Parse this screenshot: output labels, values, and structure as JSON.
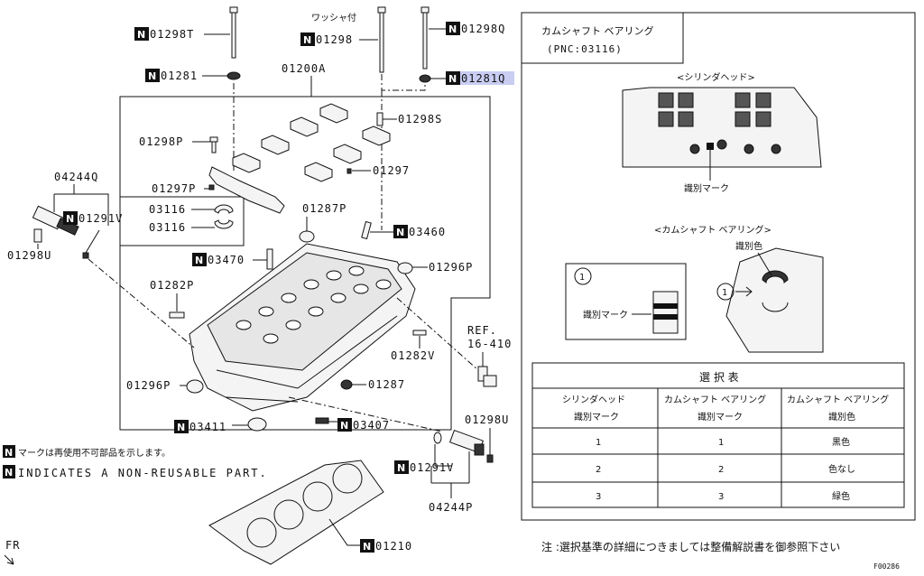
{
  "labels": {
    "p01298T": "01298T",
    "p01298": "01298",
    "p01298Q": "01298Q",
    "washer": "ワッシャ付",
    "p01281": "01281",
    "p01200A": "01200A",
    "p01281Q": "01281Q",
    "p01298S": "01298S",
    "p01298P": "01298P",
    "p01297": "01297",
    "p04244Q": "04244Q",
    "p01297P": "01297P",
    "p03116a": "03116",
    "p03116b": "03116",
    "p01291Va": "01291V",
    "p01298U_left": "01298U",
    "p01287P": "01287P",
    "p03460": "03460",
    "p03470": "03470",
    "p01296P_right": "01296P",
    "p01282P": "01282P",
    "ref": "REF.",
    "ref_num": "16-410",
    "p01282V": "01282V",
    "p01296P_left": "01296P",
    "p01287": "01287",
    "p01298U_right": "01298U",
    "p03411": "03411",
    "p03407": "03407",
    "p01291Vb": "01291V",
    "p04244P": "04244P",
    "p01210": "01210",
    "fr": "FR",
    "code": "F00286"
  },
  "n_mark": "N",
  "legend": {
    "jp": "マークは再使用不可部品を示します。",
    "en": "INDICATES A NON-REUSABLE PART."
  },
  "panel": {
    "title_jp": "カムシャフト ベアリング",
    "title_pnc": "(PNC:03116)",
    "cyl_head": "<シリンダヘッド>",
    "id_mark": "識別マーク",
    "cam_bearing": "<カムシャフト ベアリング>",
    "id_color": "識別色",
    "circle_1": "1",
    "inset_id_mark": "識別マーク",
    "table": {
      "title": "選 択 表",
      "headers": [
        [
          "シリンダヘッド",
          "識別マーク"
        ],
        [
          "カムシャフト ベアリング",
          "識別マーク"
        ],
        [
          "カムシャフト ベアリング",
          "識別色"
        ]
      ],
      "rows": [
        [
          "1",
          "1",
          "黒色"
        ],
        [
          "2",
          "2",
          "色なし"
        ],
        [
          "3",
          "3",
          "緑色"
        ]
      ]
    },
    "note": "注 :選択基準の詳細につきましては整備解説書を御参照下さい"
  },
  "colors": {
    "highlight": "#c9cdf2",
    "ink": "#111111"
  }
}
